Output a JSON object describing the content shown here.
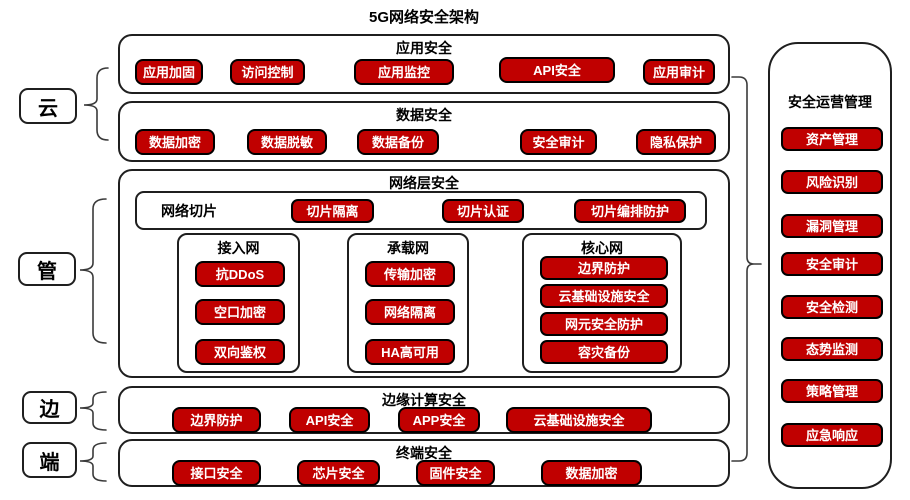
{
  "title": "5G网络安全架构",
  "colors": {
    "accent": "#C00000",
    "line": "#1f1f1f"
  },
  "left_labels": [
    {
      "label": "云"
    },
    {
      "label": "管"
    },
    {
      "label": "边"
    },
    {
      "label": "端"
    }
  ],
  "panels": {
    "app": {
      "title": "应用安全",
      "buttons": [
        "应用加固",
        "访问控制",
        "应用监控",
        "API安全",
        "应用审计"
      ]
    },
    "data": {
      "title": "数据安全",
      "buttons": [
        "数据加密",
        "数据脱敏",
        "数据备份",
        "安全审计",
        "隐私保护"
      ]
    },
    "network": {
      "title": "网络层安全",
      "slice": {
        "label": "网络切片",
        "buttons": [
          "切片隔离",
          "切片认证",
          "切片编排防护"
        ]
      },
      "subnets": [
        {
          "title": "接入网",
          "buttons": [
            "抗DDoS",
            "空口加密",
            "双向鉴权"
          ]
        },
        {
          "title": "承载网",
          "buttons": [
            "传输加密",
            "网络隔离",
            "HA高可用"
          ]
        },
        {
          "title": "核心网",
          "buttons": [
            "边界防护",
            "云基础设施安全",
            "网元安全防护",
            "容灾备份"
          ]
        }
      ]
    },
    "edge": {
      "title": "边缘计算安全",
      "buttons": [
        "边界防护",
        "API安全",
        "APP安全",
        "云基础设施安全"
      ]
    },
    "terminal": {
      "title": "终端安全",
      "buttons": [
        "接口安全",
        "芯片安全",
        "固件安全",
        "数据加密"
      ]
    }
  },
  "right_panel": {
    "title": "安全运营管理",
    "buttons": [
      "资产管理",
      "风险识别",
      "漏洞管理",
      "安全审计",
      "安全检测",
      "态势监测",
      "策略管理",
      "应急响应"
    ]
  }
}
